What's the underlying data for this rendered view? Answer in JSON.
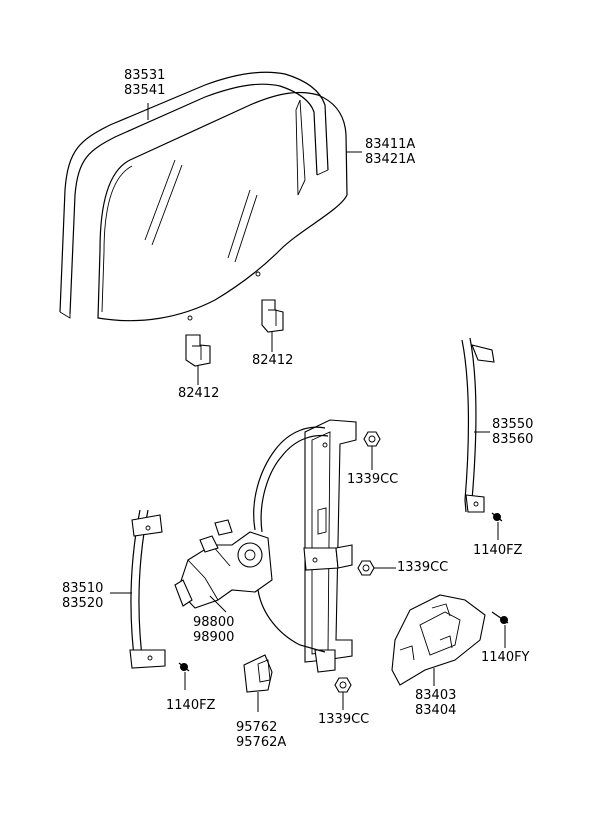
{
  "labels": {
    "channel_outer": [
      "83531",
      "83541"
    ],
    "glass": [
      "83411A",
      "83421A"
    ],
    "clip_right": "82412",
    "clip_left": "82412",
    "channel_rear": [
      "83550",
      "83560"
    ],
    "nut_top": "1339CC",
    "bolt_right": "1140FZ",
    "channel_front": [
      "83510",
      "83520"
    ],
    "motor": [
      "98800",
      "98900"
    ],
    "nut_mid": "1339CC",
    "bolt_left": "1140FZ",
    "bolt_far_right": "1140FY",
    "bracket": [
      "83403",
      "83404"
    ],
    "cover": [
      "95762",
      "95762A"
    ],
    "nut_bottom": "1339CC"
  }
}
